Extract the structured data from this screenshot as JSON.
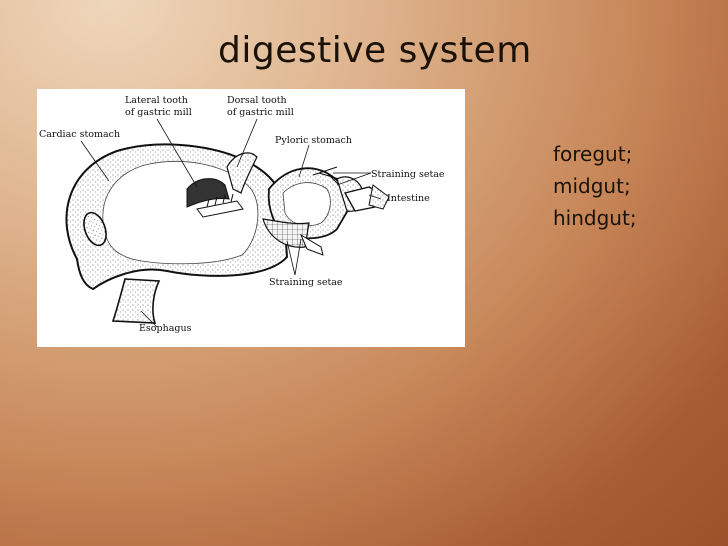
{
  "slide": {
    "title": "digestive system",
    "bullets": [
      "foregut;",
      "midgut;",
      "hindgut;"
    ]
  },
  "diagram": {
    "labels": {
      "lateral_tooth_1": "Lateral tooth",
      "lateral_tooth_2": "of gastric mill",
      "dorsal_tooth_1": "Dorsal tooth",
      "dorsal_tooth_2": "of gastric mill",
      "cardiac_stomach": "Cardiac stomach",
      "pyloric_stomach": "Pyloric stomach",
      "straining_setae_upper": "Straining setae",
      "intestine": "Intestine",
      "straining_setae_lower": "Straining setae",
      "esophagus": "Esophagus"
    }
  }
}
